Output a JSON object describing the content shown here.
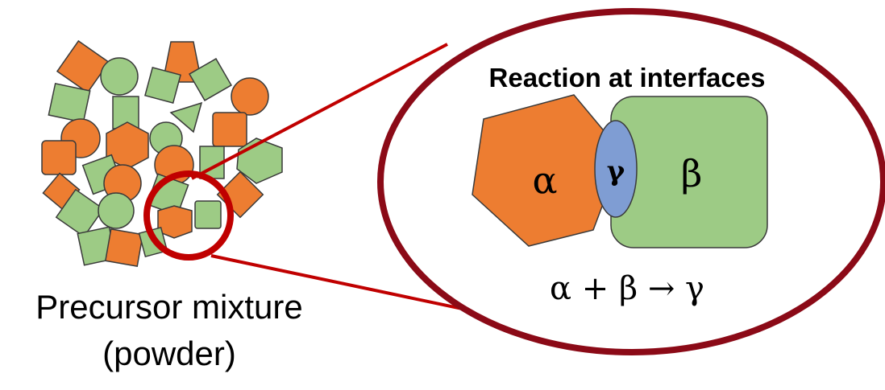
{
  "caption": {
    "line1": "Precursor mixture",
    "line2": "(powder)"
  },
  "zoom": {
    "title": "Reaction at interfaces",
    "alpha": "α",
    "gamma": "γ",
    "beta": "β",
    "equation": "α + β → γ"
  },
  "colors": {
    "orange": "#ED7D31",
    "green": "#9DCB85",
    "blue": "#7F9DD3",
    "highlight": "#C00000",
    "ellipse": "#8B0A17",
    "outline": "#3A3A3A"
  }
}
